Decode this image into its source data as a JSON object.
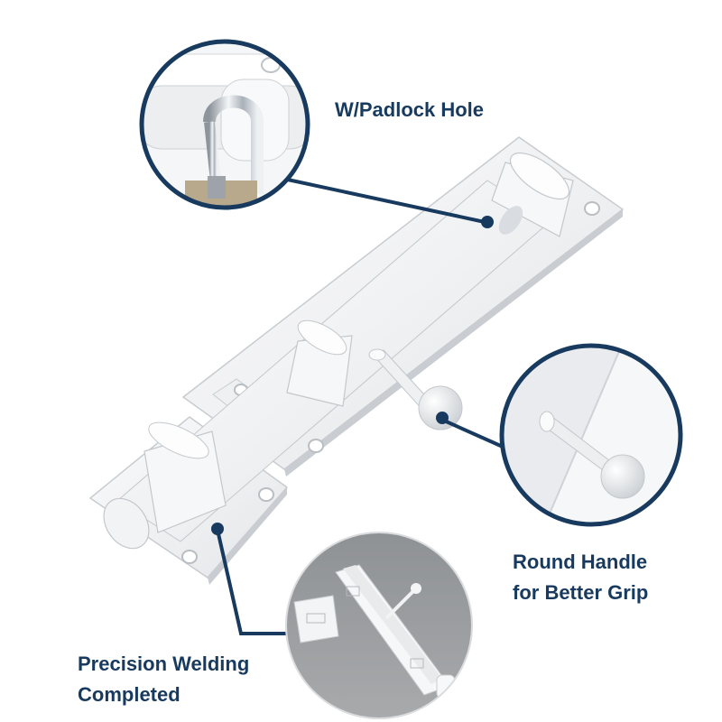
{
  "labels": {
    "padlock": "W/Padlock Hole",
    "handle_line1": "Round Handle",
    "handle_line2": "for Better Grip",
    "welding_line1": "Precision Welding",
    "welding_line2": "Completed"
  },
  "colors": {
    "accent": "#173a5e",
    "background": "#ffffff",
    "product_white": "#f4f5f6",
    "photo_backdrop": "#9a9c9f"
  }
}
